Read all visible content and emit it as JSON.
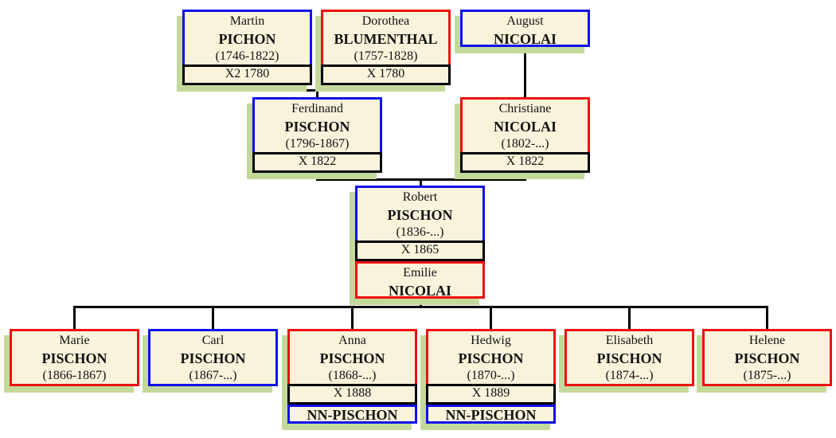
{
  "people": [
    {
      "id": "martin",
      "given": "Martin",
      "surname": "PICHON",
      "dates": "(1746-1822)",
      "sex": "male",
      "marriage": "X2 1780"
    },
    {
      "id": "dorothea",
      "given": "Dorothea",
      "surname": "BLUMENTHAL",
      "dates": "(1757-1828)",
      "sex": "female",
      "marriage": "X 1780"
    },
    {
      "id": "august",
      "given": "August",
      "surname": "NICOLAI",
      "sex": "male"
    },
    {
      "id": "ferdinand",
      "given": "Ferdinand",
      "surname": "PISCHON",
      "dates": "(1796-1867)",
      "sex": "male",
      "marriage": "X 1822"
    },
    {
      "id": "christiane",
      "given": "Christiane",
      "surname": "NICOLAI",
      "dates": "(1802-...)",
      "sex": "female",
      "marriage": "X 1822"
    },
    {
      "id": "robert",
      "given": "Robert",
      "surname": "PISCHON",
      "dates": "(1836-...)",
      "sex": "male",
      "marriage": "X 1865",
      "spouse": {
        "given": "Emilie",
        "surname": "NICOLAI",
        "sex": "female"
      }
    },
    {
      "id": "marie",
      "given": "Marie",
      "surname": "PISCHON",
      "dates": "(1866-1867)",
      "sex": "female"
    },
    {
      "id": "carl",
      "given": "Carl",
      "surname": "PISCHON",
      "dates": "(1867-...)",
      "sex": "male"
    },
    {
      "id": "anna",
      "given": "Anna",
      "surname": "PISCHON",
      "dates": "(1868-...)",
      "sex": "female",
      "marriage": "X 1888",
      "spouse": {
        "surname": "NN-PISCHON",
        "sex": "male"
      }
    },
    {
      "id": "hedwig",
      "given": "Hedwig",
      "surname": "PISCHON",
      "dates": "(1870-...)",
      "sex": "female",
      "marriage": "X 1889",
      "spouse": {
        "surname": "NN-PISCHON",
        "sex": "male"
      }
    },
    {
      "id": "elisabeth",
      "given": "Elisabeth",
      "surname": "PISCHON",
      "dates": "(1874-...)",
      "sex": "female"
    },
    {
      "id": "helene",
      "given": "Helene",
      "surname": "PISCHON",
      "dates": "(1875-...)",
      "sex": "female"
    }
  ]
}
